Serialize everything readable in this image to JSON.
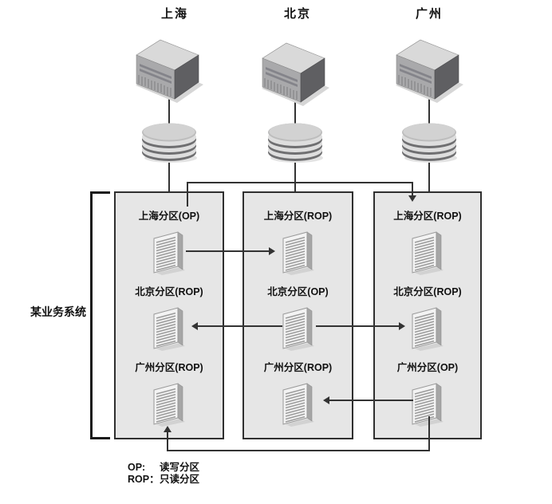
{
  "system": {
    "label": "某业务系统"
  },
  "columns": [
    {
      "city": "上海",
      "partitions": [
        {
          "label": "上海分区(OP)"
        },
        {
          "label": "北京分区(ROP)"
        },
        {
          "label": "广州分区(ROP)"
        }
      ]
    },
    {
      "city": "北京",
      "partitions": [
        {
          "label": "上海分区(ROP)"
        },
        {
          "label": "北京分区(OP)"
        },
        {
          "label": "广州分区(ROP)"
        }
      ]
    },
    {
      "city": "广州",
      "partitions": [
        {
          "label": "上海分区(ROP)"
        },
        {
          "label": "北京分区(ROP)"
        },
        {
          "label": "广州分区(OP)"
        }
      ]
    }
  ],
  "legend": [
    {
      "term": "OP:",
      "desc": "读写分区"
    },
    {
      "term": "ROP：",
      "desc": "只读分区"
    }
  ],
  "flows": [
    {
      "from": "上海分区(OP)@上海",
      "to": "上海分区(ROP)@北京"
    },
    {
      "from": "上海分区(OP)@上海",
      "to": "上海分区(ROP)@广州"
    },
    {
      "from": "北京分区(OP)@北京",
      "to": "北京分区(ROP)@上海"
    },
    {
      "from": "北京分区(OP)@北京",
      "to": "北京分区(ROP)@广州"
    },
    {
      "from": "广州分区(OP)@广州",
      "to": "广州分区(ROP)@北京"
    },
    {
      "from": "广州分区(OP)@广州",
      "to": "广州分区(ROP)@上海"
    }
  ],
  "icons": {
    "server": "server-tower-icon",
    "database": "database-cylinder-icon",
    "partition": "partition-grille-icon"
  },
  "colors": {
    "line": "#333333",
    "box_fill": "#e6e6e6",
    "box_border": "#2f2f2f",
    "text": "#111111",
    "bracket": "#1a1a1a"
  }
}
